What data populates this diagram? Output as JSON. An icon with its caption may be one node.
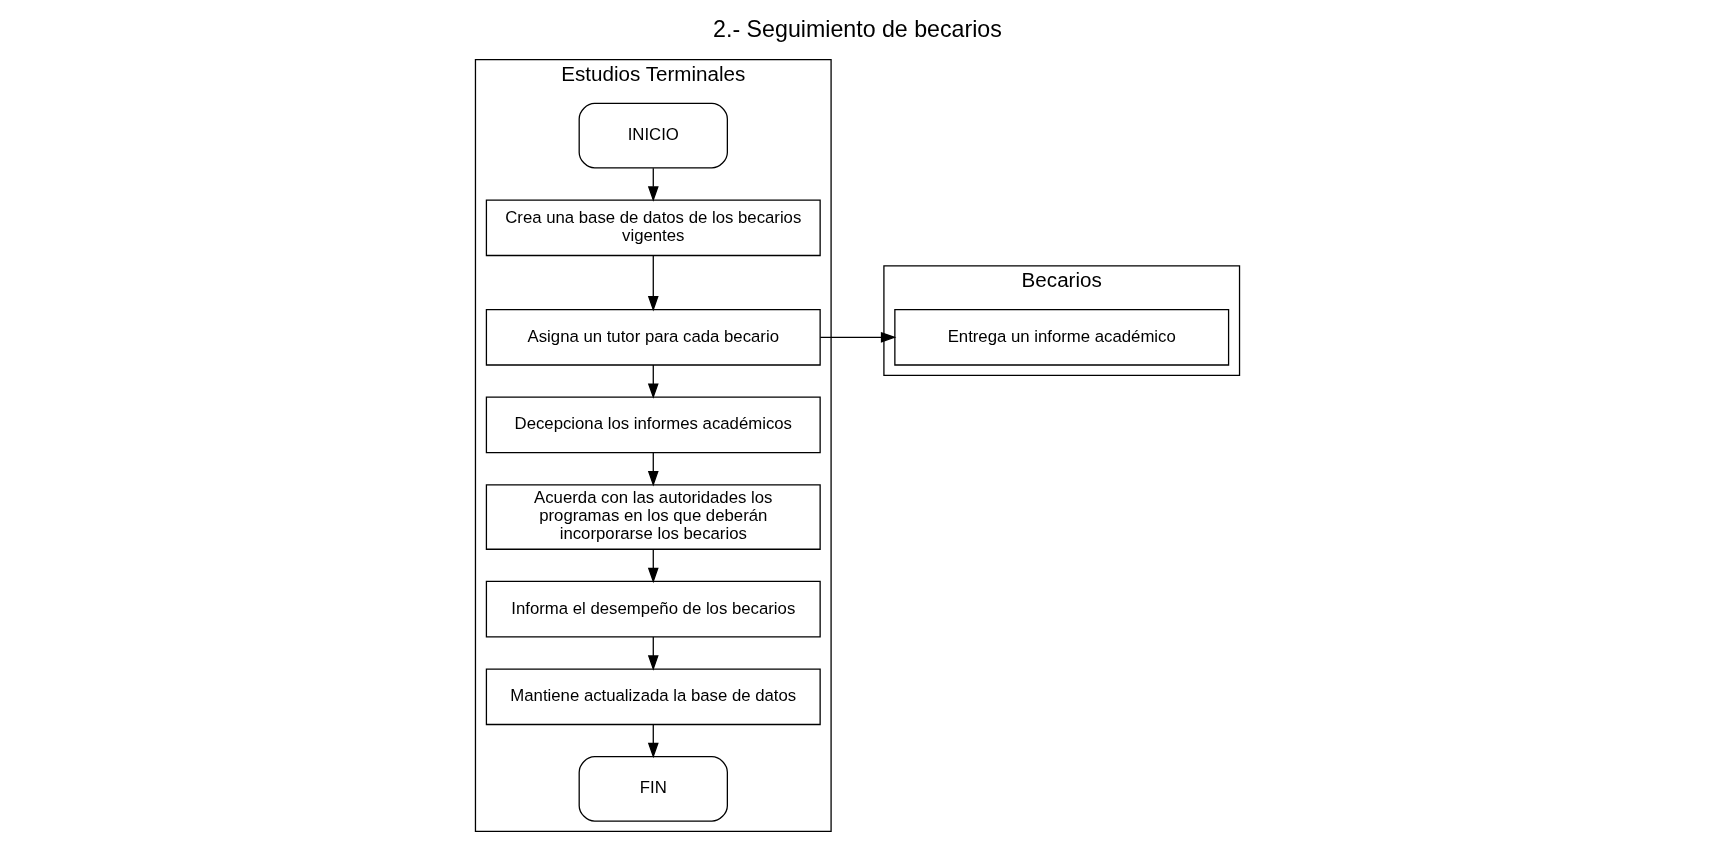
{
  "diagram": {
    "title": "2.- Seguimiento de becarios",
    "nodes": [
      {
        "text": [
          "Estudios Terminales"
        ]
      },
      {
        "text": [
          "Becarios"
        ]
      },
      {
        "text": [
          "INICIO"
        ],
        "in": 0
      },
      {
        "text": [
          "Crea una base de datos de los becarios vigentes"
        ],
        "in": 0
      },
      {
        "text": [
          "Asigna un tutor para cada becario"
        ],
        "in": 0
      },
      {
        "text": [
          "Entrega un informe académico"
        ],
        "in": 1
      },
      {
        "text": [
          "Decepciona los informes académicos"
        ],
        "in": 0
      },
      {
        "text": [
          "Acuerda con las autoridades los programas en los que deberán incorporarse los becarios"
        ],
        "in": 0
      },
      {
        "text": [
          "Informa el desempeño de los becarios"
        ],
        "in": 0
      },
      {
        "text": [
          "Mantiene actualizada la base de datos"
        ],
        "in": 0
      },
      {
        "text": [
          "FIN"
        ],
        "in": 0
      }
    ],
    "edges": [
      {
        "from": 2,
        "to": 3,
        "arrow": "to"
      },
      {
        "from": 3,
        "to": 4,
        "arrow": "to"
      },
      {
        "from": 4,
        "to": 5,
        "arrow": "to"
      },
      {
        "from": 4,
        "to": 6,
        "arrow": "to"
      },
      {
        "from": 6,
        "to": 7,
        "arrow": "to"
      },
      {
        "from": 7,
        "to": 8,
        "arrow": "to"
      },
      {
        "from": 8,
        "to": 9,
        "arrow": "to"
      },
      {
        "from": 9,
        "to": 10,
        "arrow": "to"
      }
    ]
  }
}
